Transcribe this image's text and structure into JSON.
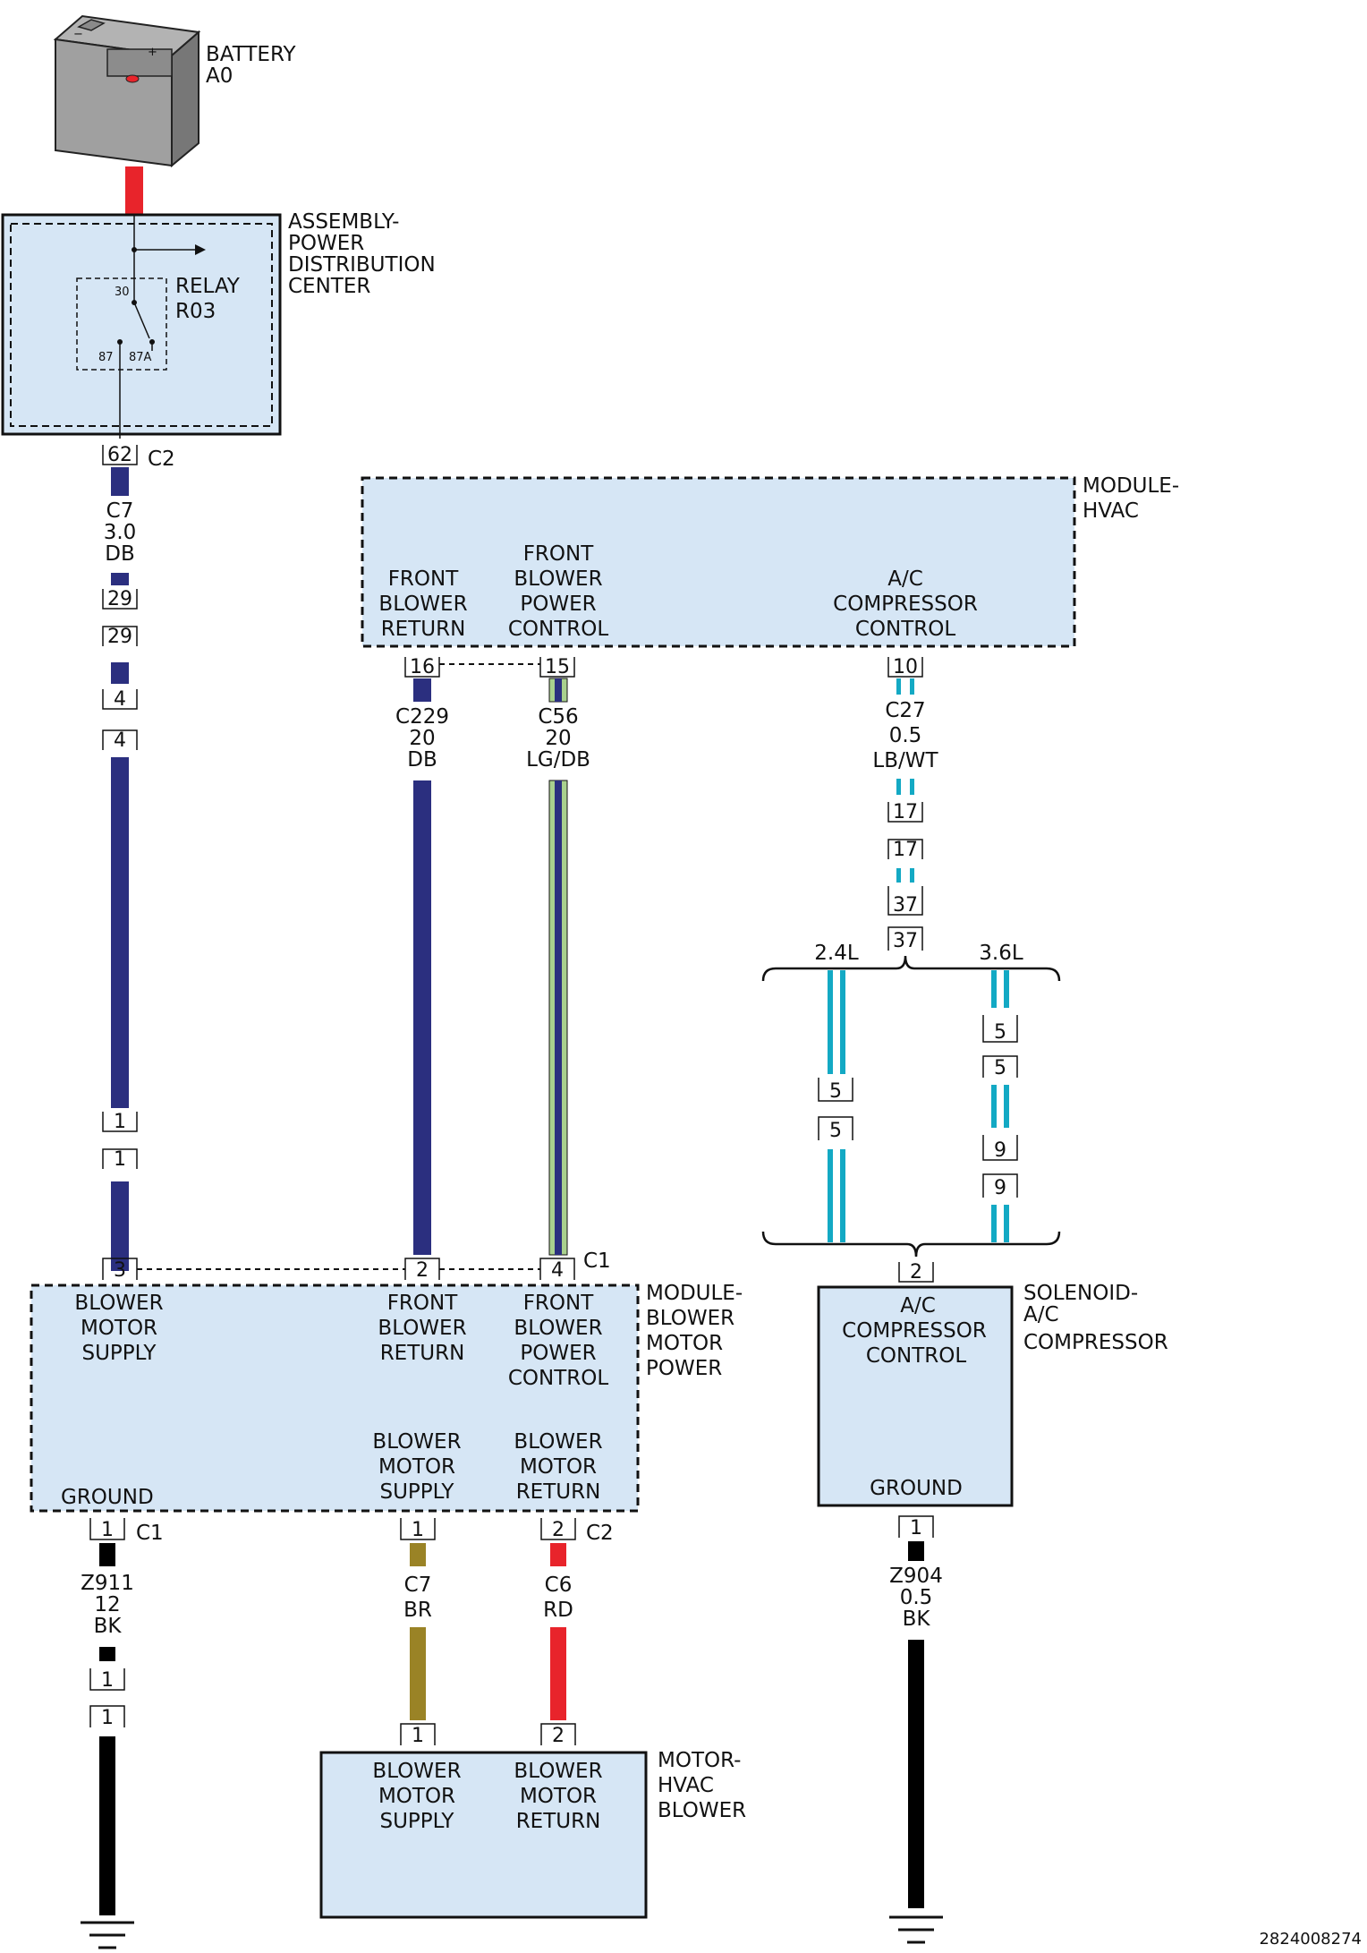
{
  "battery": {
    "name": "BATTERY",
    "id": "A0"
  },
  "pdc": {
    "name": [
      "ASSEMBLY-",
      "POWER",
      "DISTRIBUTION",
      "CENTER"
    ],
    "relay_name": "RELAY",
    "relay_id": "R03",
    "relay_pins": {
      "p30": "30",
      "p87": "87",
      "p87a": "87A"
    },
    "out_pin": "62",
    "out_conn": "C2"
  },
  "wire_c7": {
    "circuit": "C7",
    "gauge": "3.0",
    "color": "DB",
    "inline": [
      "29",
      "29",
      "4",
      "4",
      "1",
      "1"
    ]
  },
  "module_hvac": {
    "name": [
      "MODULE-",
      "HVAC"
    ],
    "pins": [
      {
        "lines": [
          "FRONT",
          "BLOWER",
          "RETURN"
        ],
        "pin": "16"
      },
      {
        "lines": [
          "FRONT",
          "BLOWER",
          "POWER",
          "CONTROL"
        ],
        "pin": "15"
      },
      {
        "lines": [
          "A/C",
          "COMPRESSOR",
          "CONTROL"
        ],
        "pin": "10"
      }
    ]
  },
  "wire_c229": {
    "circuit": "C229",
    "gauge": "20",
    "color": "DB"
  },
  "wire_c56": {
    "circuit": "C56",
    "gauge": "20",
    "color": "LG/DB"
  },
  "wire_c27": {
    "circuit": "C27",
    "gauge": "0.5",
    "color": "LB/WT",
    "inline": [
      "17",
      "17",
      "37",
      "37"
    ],
    "engine_a": "2.4L",
    "engine_b": "3.6L",
    "a_inline": [
      "5",
      "5"
    ],
    "b_inline": [
      "5",
      "5",
      "9",
      "9"
    ]
  },
  "module_blower": {
    "name": [
      "MODULE-",
      "BLOWER",
      "MOTOR",
      "POWER"
    ],
    "top_conn": "C1",
    "top_pins": [
      {
        "pin": "3",
        "lines": [
          "BLOWER",
          "MOTOR",
          "SUPPLY"
        ]
      },
      {
        "pin": "2",
        "lines": [
          "FRONT",
          "BLOWER",
          "RETURN"
        ]
      },
      {
        "pin": "4",
        "lines": [
          "FRONT",
          "BLOWER",
          "POWER",
          "CONTROL"
        ]
      }
    ],
    "ground_label": "GROUND",
    "bottom_labels": [
      {
        "lines": [
          "BLOWER",
          "MOTOR",
          "SUPPLY"
        ]
      },
      {
        "lines": [
          "BLOWER",
          "MOTOR",
          "RETURN"
        ]
      }
    ],
    "bottom_pins": [
      {
        "pin": "1",
        "conn": "C1"
      },
      {
        "pin": "1",
        "conn": ""
      },
      {
        "pin": "2",
        "conn": "C2"
      }
    ]
  },
  "wire_z911": {
    "circuit": "Z911",
    "gauge": "12",
    "color": "BK",
    "inline": [
      "1",
      "1"
    ]
  },
  "wire_c7br": {
    "circuit": "C7",
    "color": "BR"
  },
  "wire_c6": {
    "circuit": "C6",
    "color": "RD"
  },
  "motor": {
    "name": [
      "MOTOR-",
      "HVAC",
      "BLOWER"
    ],
    "pins": [
      {
        "pin": "1",
        "lines": [
          "BLOWER",
          "MOTOR",
          "SUPPLY"
        ]
      },
      {
        "pin": "2",
        "lines": [
          "BLOWER",
          "MOTOR",
          "RETURN"
        ]
      }
    ]
  },
  "solenoid": {
    "name": [
      "SOLENOID-",
      "A/C",
      "COMPRESSOR"
    ],
    "in_pin": "2",
    "label": [
      "A/C",
      "COMPRESSOR",
      "CONTROL"
    ],
    "ground_label": "GROUND",
    "out_pin": "1"
  },
  "wire_z904": {
    "circuit": "Z904",
    "gauge": "0.5",
    "color": "BK"
  },
  "diagram_code": "2824008274",
  "colors": {
    "box_fill": "#d6e6f5",
    "dark_blue": "#2b2f7f",
    "red": "#e8242b",
    "cyan": "#13a9c4",
    "brown": "#9a8326",
    "light_green": "#a9d08e",
    "black": "#000000"
  }
}
